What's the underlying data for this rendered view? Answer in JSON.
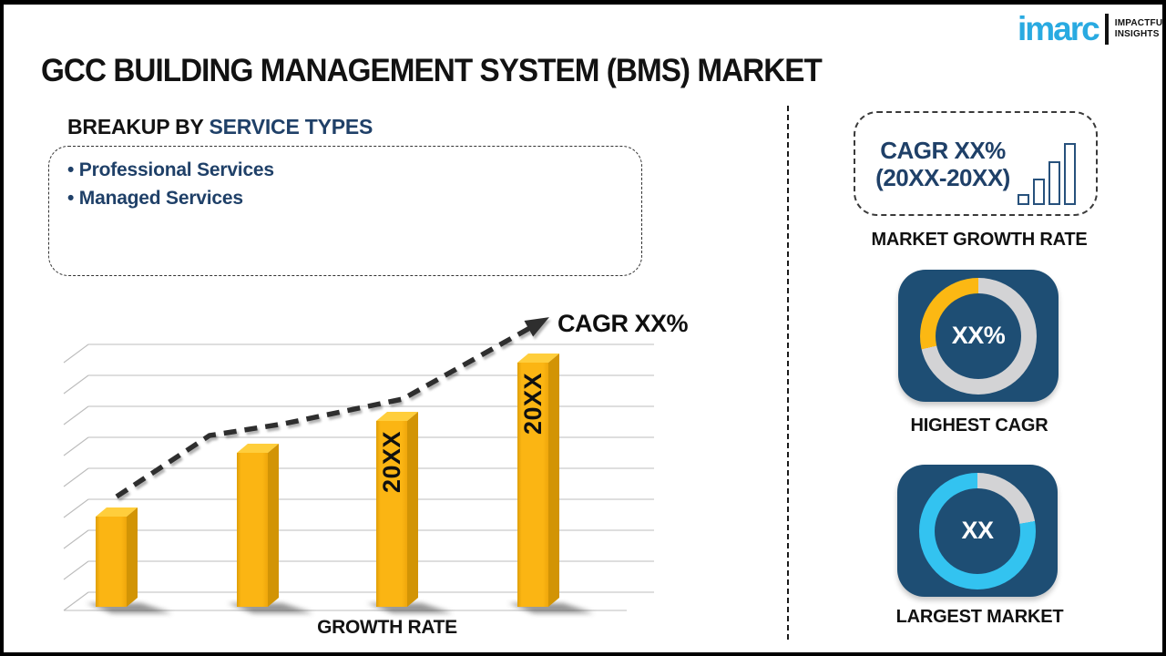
{
  "header": {
    "title": "GCC BUILDING MANAGEMENT SYSTEM (BMS) MARKET",
    "logo": {
      "brand": "imarc",
      "tagline_line1": "IMPACTFUL",
      "tagline_line2": "INSIGHTS"
    }
  },
  "breakup": {
    "heading_prefix": "BREAKUP BY ",
    "heading_highlight": "SERVICE TYPES",
    "items": [
      "Professional Services",
      "Managed Services"
    ]
  },
  "sidebar": {
    "cagr_box": {
      "line1": "CAGR XX%",
      "line2": "(20XX-20XX)"
    },
    "market_growth_label": "MARKET GROWTH RATE"
  },
  "chart_data": [
    {
      "type": "bar",
      "title": "",
      "xlabel": "GROWTH RATE",
      "ylabel": "",
      "categories": [
        "",
        "",
        "20XX",
        "20XX"
      ],
      "bar_labels": [
        "",
        "",
        "20XX",
        "20XX"
      ],
      "values": [
        99,
        169,
        204,
        268
      ],
      "values_note": "relative bar heights in pixels; chart shows no numeric axis",
      "bar_color": "#FBB513",
      "bar_top_color": "#FFCE3C",
      "bar_side_color": "#D29405",
      "gridlines": true,
      "trend_arrow": {
        "label": "CAGR XX%",
        "style": "dashed",
        "direction": "up-right"
      }
    },
    {
      "type": "pie",
      "subtype": "donut",
      "title": "HIGHEST CAGR",
      "center_label": "XX%",
      "slices": [
        {
          "label": "other",
          "deg": 257,
          "color": "#D3D3D5"
        },
        {
          "label": "highlight",
          "deg": 103,
          "color": "#FCB813"
        }
      ]
    },
    {
      "type": "pie",
      "subtype": "donut",
      "title": "LARGEST MARKET",
      "center_label": "XX",
      "slices": [
        {
          "label": "other",
          "deg": 80,
          "color": "#D3D3D5"
        },
        {
          "label": "highlight",
          "deg": 280,
          "color": "#33C3F0"
        }
      ]
    }
  ],
  "colors": {
    "tile_navy": "#1E4E74",
    "text_navy": "#1F4068",
    "bar_yellow": "#FBB513",
    "cyan": "#33C3F0",
    "ring_gray": "#D3D3D5",
    "logo_cyan": "#29AAE1"
  }
}
